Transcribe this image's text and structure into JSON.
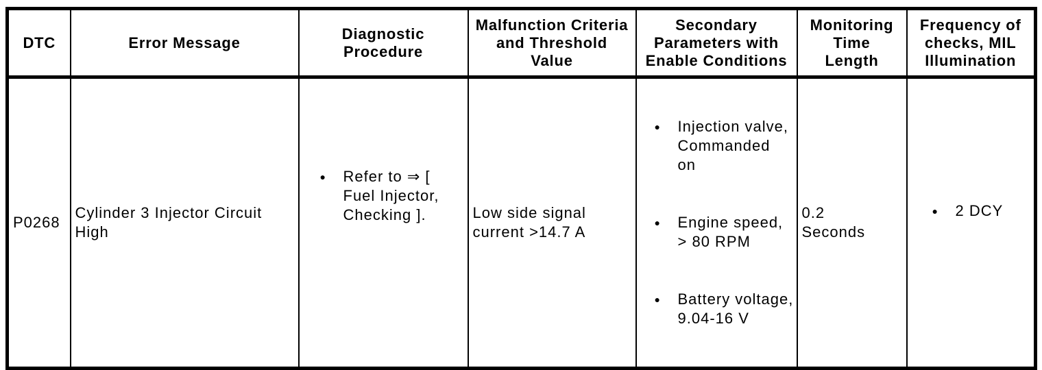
{
  "icons": {
    "bullet": "●"
  },
  "table": {
    "columns": [
      {
        "key": "dtc",
        "label": "DTC"
      },
      {
        "key": "error_message",
        "label": "Error Message"
      },
      {
        "key": "diagnostic_procedure",
        "label": "Diagnostic\nProcedure"
      },
      {
        "key": "malfunction_criteria",
        "label": "Malfunction Criteria\nand Threshold\nValue"
      },
      {
        "key": "secondary_parameters",
        "label": "Secondary\nParameters with\nEnable Conditions"
      },
      {
        "key": "monitoring_time",
        "label": "Monitoring\nTime\nLength"
      },
      {
        "key": "frequency",
        "label": "Frequency of\nchecks, MIL\nIllumination"
      }
    ],
    "rows": [
      {
        "dtc": "P0268",
        "error_message": "Cylinder 3 Injector Circuit\nHigh",
        "diagnostic_procedure": {
          "items": [
            "Refer to ⇒ [\nFuel Injector,\nChecking ]."
          ]
        },
        "malfunction_criteria": "Low side signal\ncurrent >14.7 A",
        "secondary_parameters": {
          "items": [
            "Injection valve,\nCommanded\non",
            "Engine speed,\n> 80 RPM",
            "Battery voltage,\n9.04-16 V"
          ]
        },
        "monitoring_time": "0.2\nSeconds",
        "frequency": {
          "items": [
            "2 DCY"
          ]
        }
      }
    ]
  }
}
